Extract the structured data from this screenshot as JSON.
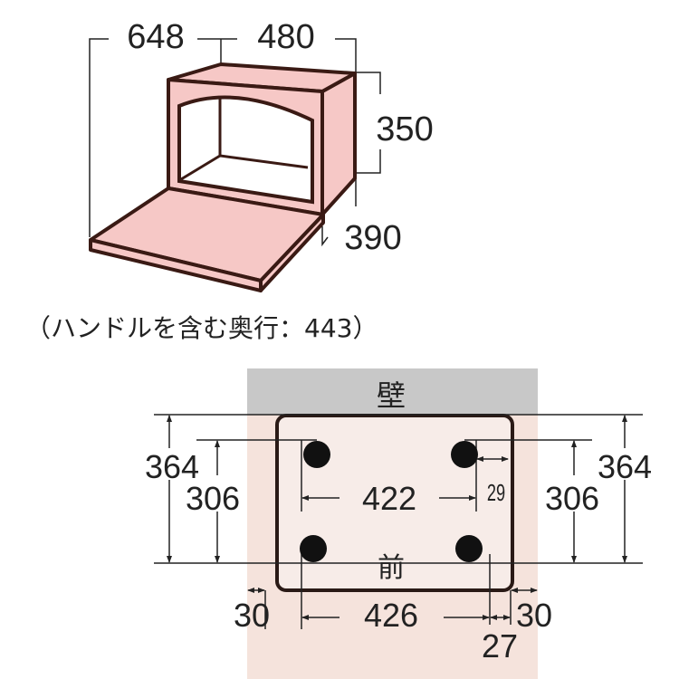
{
  "colors": {
    "body_fill": "#f6c8c6",
    "wall": "#c8c8c8",
    "footprint_area": "#f5e3dc",
    "unit_fill": "#f7ece8",
    "outline": "#3a1a14"
  },
  "top_view": {
    "width_total": "648",
    "width_body": "480",
    "height": "350",
    "depth": "390",
    "caption": "（ハンドルを含む奥行：443）"
  },
  "footprint": {
    "wall_label": "壁",
    "front_label": "前",
    "depth_outer_left": "364",
    "depth_feet_left": "306",
    "depth_outer_right": "364",
    "depth_feet_right": "306",
    "feet_span_back": "422",
    "back_foot_offset": "29",
    "feet_span_front": "426",
    "front_foot_offset": "27",
    "clearance_left": "30",
    "clearance_right": "30"
  }
}
